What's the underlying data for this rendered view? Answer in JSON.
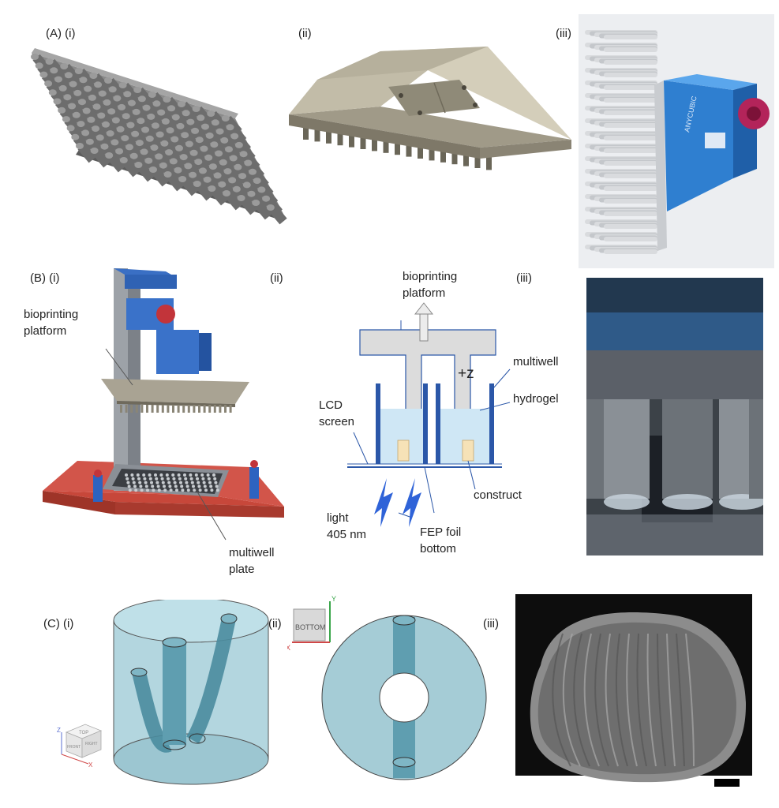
{
  "panel_labels": {
    "a_i": "(A) (i)",
    "a_ii": "(ii)",
    "a_iii": "(iii)",
    "b_i": "(B) (i)",
    "b_ii": "(ii)",
    "b_iii": "(iii)",
    "c_i": "(C) (i)",
    "c_ii": "(ii)",
    "c_iii": "(iii)"
  },
  "printer_callouts": {
    "bioprinting_platform_line1": "bioprinting",
    "bioprinting_platform_line2": "platform",
    "multiwell_plate_line1": "multiwell",
    "multiwell_plate_line2": "plate"
  },
  "schematic": {
    "bioprinting_platform_line1": "bioprinting",
    "bioprinting_platform_line2": "platform",
    "direction": "+z",
    "multiwell": "multiwell",
    "hydrogel": "hydrogel",
    "lcd_line1": "LCD",
    "lcd_line2": "screen",
    "construct": "construct",
    "light_line1": "light",
    "light_line2": "405 nm",
    "fep_line1": "FEP foil",
    "fep_line2": "bottom"
  },
  "cad_view": {
    "viewcube_bottom": "BOTTOM",
    "axis_y": "Y",
    "axis_x": "X",
    "viewcube_top": "TOP",
    "viewcube_front": "FRONT",
    "viewcube_right": "RIGHT",
    "axis_z": "Z"
  },
  "logo_text": "ANYCUBIC",
  "colors": {
    "platform_blue": "#2f7fd0",
    "printer_red": "#b5392e",
    "schematic_blue": "#2b57a8",
    "hydrogel_fill": "#cfe7f5",
    "construct_fill": "#f6e2b7",
    "arrow_blue": "#2f63d8",
    "cad_teal": "#6fa6b6"
  }
}
